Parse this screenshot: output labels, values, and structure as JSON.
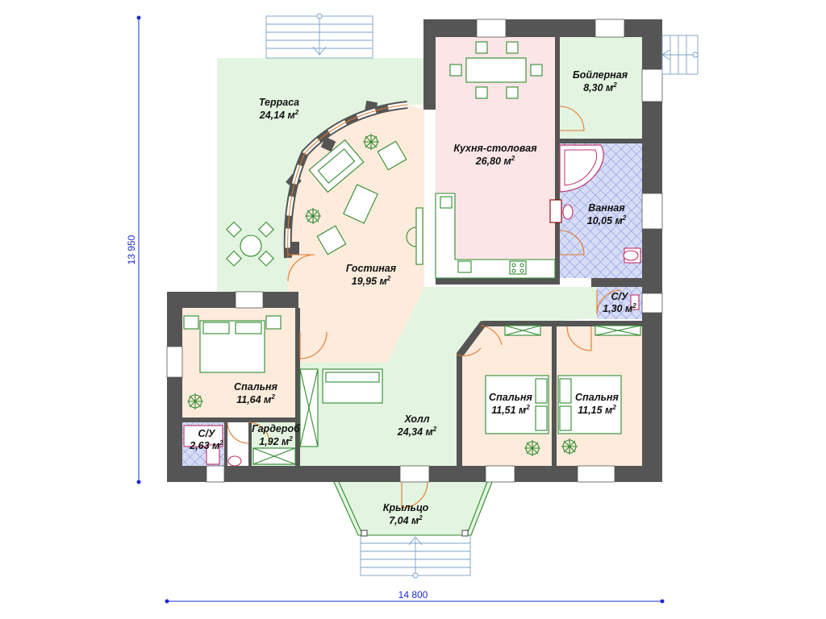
{
  "rooms": {
    "terrace": {
      "name": "Терраса",
      "area": "24,14 м"
    },
    "kitchen": {
      "name": "Кухня-столовая",
      "area": "26,80 м"
    },
    "boiler": {
      "name": "Бойлерная",
      "area": "8,30 м"
    },
    "bath": {
      "name": "Ванная",
      "area": "10,05 м"
    },
    "living": {
      "name": "Гостиная",
      "area": "19,95 м"
    },
    "wc_small": {
      "name": "С/У",
      "area": "1,30 м"
    },
    "bedroom1": {
      "name": "Спальня",
      "area": "11,64 м"
    },
    "bedroom2": {
      "name": "Спальня",
      "area": "11,51 м"
    },
    "bedroom3": {
      "name": "Спальня",
      "area": "11,15 м"
    },
    "hall": {
      "name": "Холл",
      "area": "24,34 м"
    },
    "wc_left": {
      "name": "С/У",
      "area": "2,63 м"
    },
    "wardrobe": {
      "name": "Гардероб",
      "area": "1,92 м"
    },
    "porch": {
      "name": "Крыльцо",
      "area": "7,04 м"
    }
  },
  "area_exponent": "2",
  "dimensions": {
    "width": "14 800",
    "height": "13 950"
  },
  "colors": {
    "wall": "#555555",
    "green_area": "#e3f5e0",
    "kitchen": "#fbe5e7",
    "living": "#fdebdc",
    "bedroom": "#fdebdc",
    "bath_tile": "#d6dcf5",
    "bath_lines": "#6a7ad8",
    "dimension": "#1a2bd0",
    "door": "#e2782a",
    "furniture": "#2e8b2e"
  }
}
